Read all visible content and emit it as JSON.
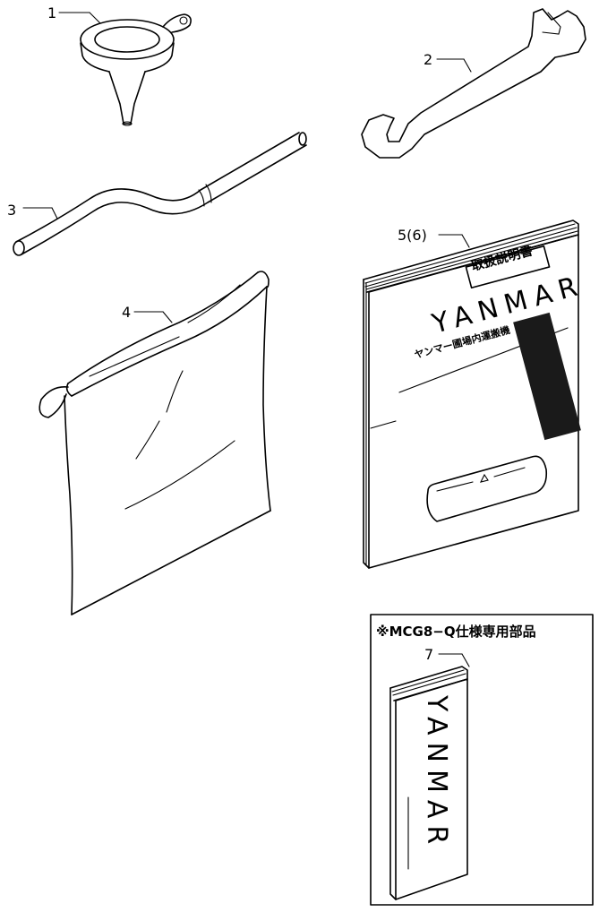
{
  "items": {
    "funnel": {
      "callout": "1",
      "icon": "funnel-icon"
    },
    "wrench": {
      "callout": "2",
      "icon": "wrench-icon"
    },
    "hose": {
      "callout": "3",
      "icon": "hose-icon"
    },
    "bag": {
      "callout": "4",
      "icon": "bag-icon"
    },
    "manual": {
      "callout": "5(6)",
      "badge": "取扱説明書",
      "brand": "YANMAR",
      "subtitle": "ヤンマー圃場内運搬機",
      "icon": "manual-book-icon"
    },
    "option_box": {
      "label": "※MCG8−Q仕様専用部品",
      "callout": "7",
      "brand": "YANMAR",
      "icon": "manual-book-icon"
    }
  },
  "colors": {
    "line": "#000000",
    "background": "#ffffff"
  }
}
